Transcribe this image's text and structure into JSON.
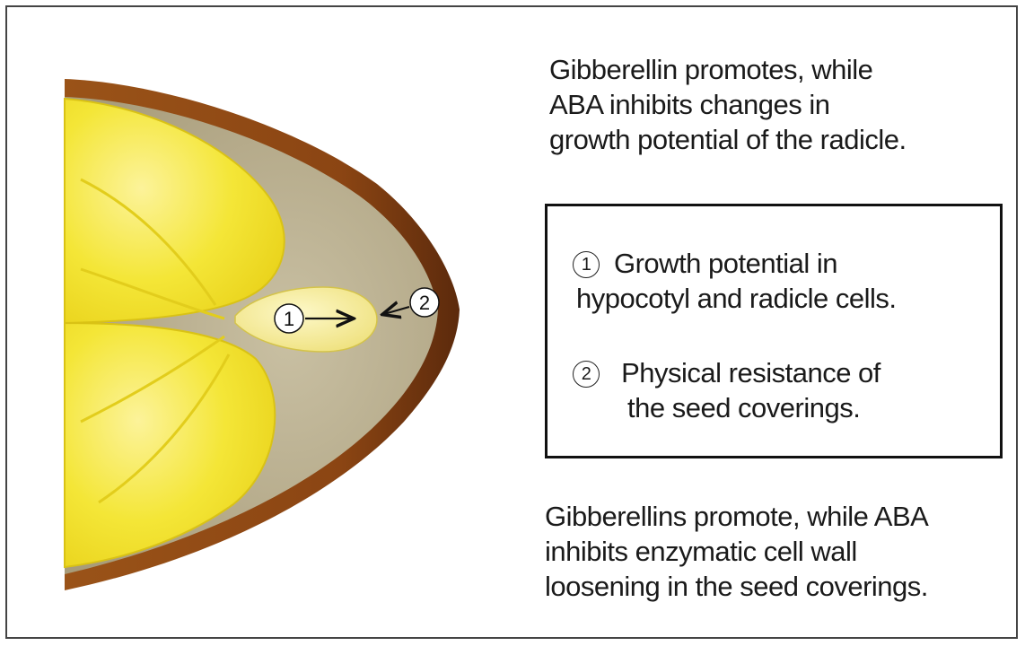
{
  "caption_top": "Gibberellin promotes, while\nABA inhibits changes in\ngrowth potential of the radicle.",
  "legend": {
    "items": [
      {
        "number": "1",
        "line1": "Growth potential in",
        "line2": "hypocotyl and radicle cells."
      },
      {
        "number": "2",
        "line1": " Physical resistance of",
        "line2": "the seed coverings."
      }
    ]
  },
  "caption_bottom": "Gibberellins promote, while ABA\ninhibits enzymatic cell wall\nloosening in the seed coverings.",
  "markers": {
    "marker_1": "1",
    "marker_2": "2"
  },
  "colors": {
    "cotyledon": "#f3e62a",
    "cotyledon_highlight": "#fbf38a",
    "endosperm": "#b7ad8f",
    "seed_coat": "#8a4414",
    "radicle": "#f4ec9c",
    "frame": "#444444"
  }
}
